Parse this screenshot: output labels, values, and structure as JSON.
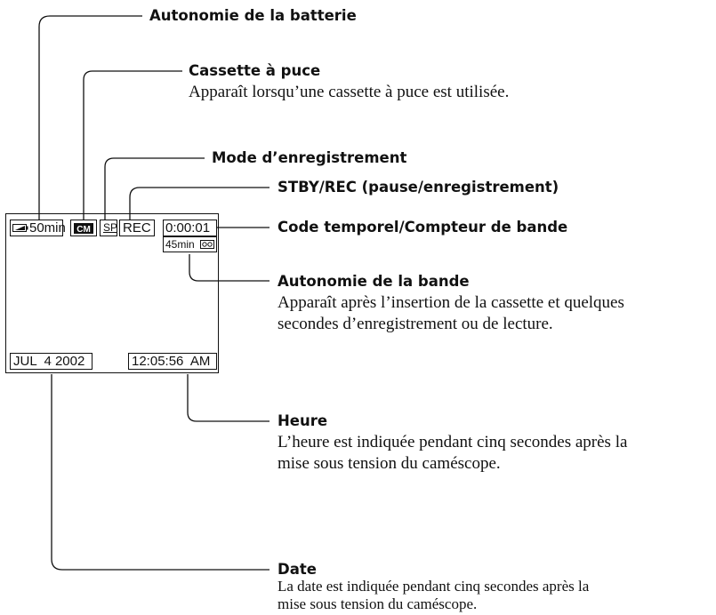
{
  "callouts": [
    {
      "title": "Autonomie de la batterie",
      "description": ""
    },
    {
      "title": "Cassette à puce",
      "description": "Apparaît lorsqu’une cassette à puce est utilisée."
    },
    {
      "title": "Mode d’enregistrement",
      "description": ""
    },
    {
      "title": "STBY/REC (pause/enregistrement)",
      "description": ""
    },
    {
      "title": "Code temporel/Compteur de bande",
      "description": ""
    },
    {
      "title": "Autonomie de la bande",
      "description_lines": [
        "Apparaît après l’insertion de la cassette et quelques",
        "secondes d’enregistrement ou de lecture."
      ]
    },
    {
      "title": "Heure",
      "description_lines": [
        "L’heure est indiquée pendant cinq secondes après la",
        "mise sous tension du caméscope."
      ]
    },
    {
      "title": "Date",
      "description_lines": [
        "La date est indiquée pendant cinq secondes après la",
        "mise sous tension du caméscope."
      ]
    }
  ],
  "screen": {
    "battery": "50min",
    "cassette_icon": "CM",
    "rec_mode": "SP",
    "rec_status": "REC",
    "time_code": "0:00:01",
    "tape_remaining": "45min",
    "date": "JUL  4 2002",
    "clock": "12:05:56  AM"
  },
  "icons": {
    "battery": "battery-icon",
    "cassette": "cassette-memory-icon",
    "tape": "tape-icon"
  }
}
